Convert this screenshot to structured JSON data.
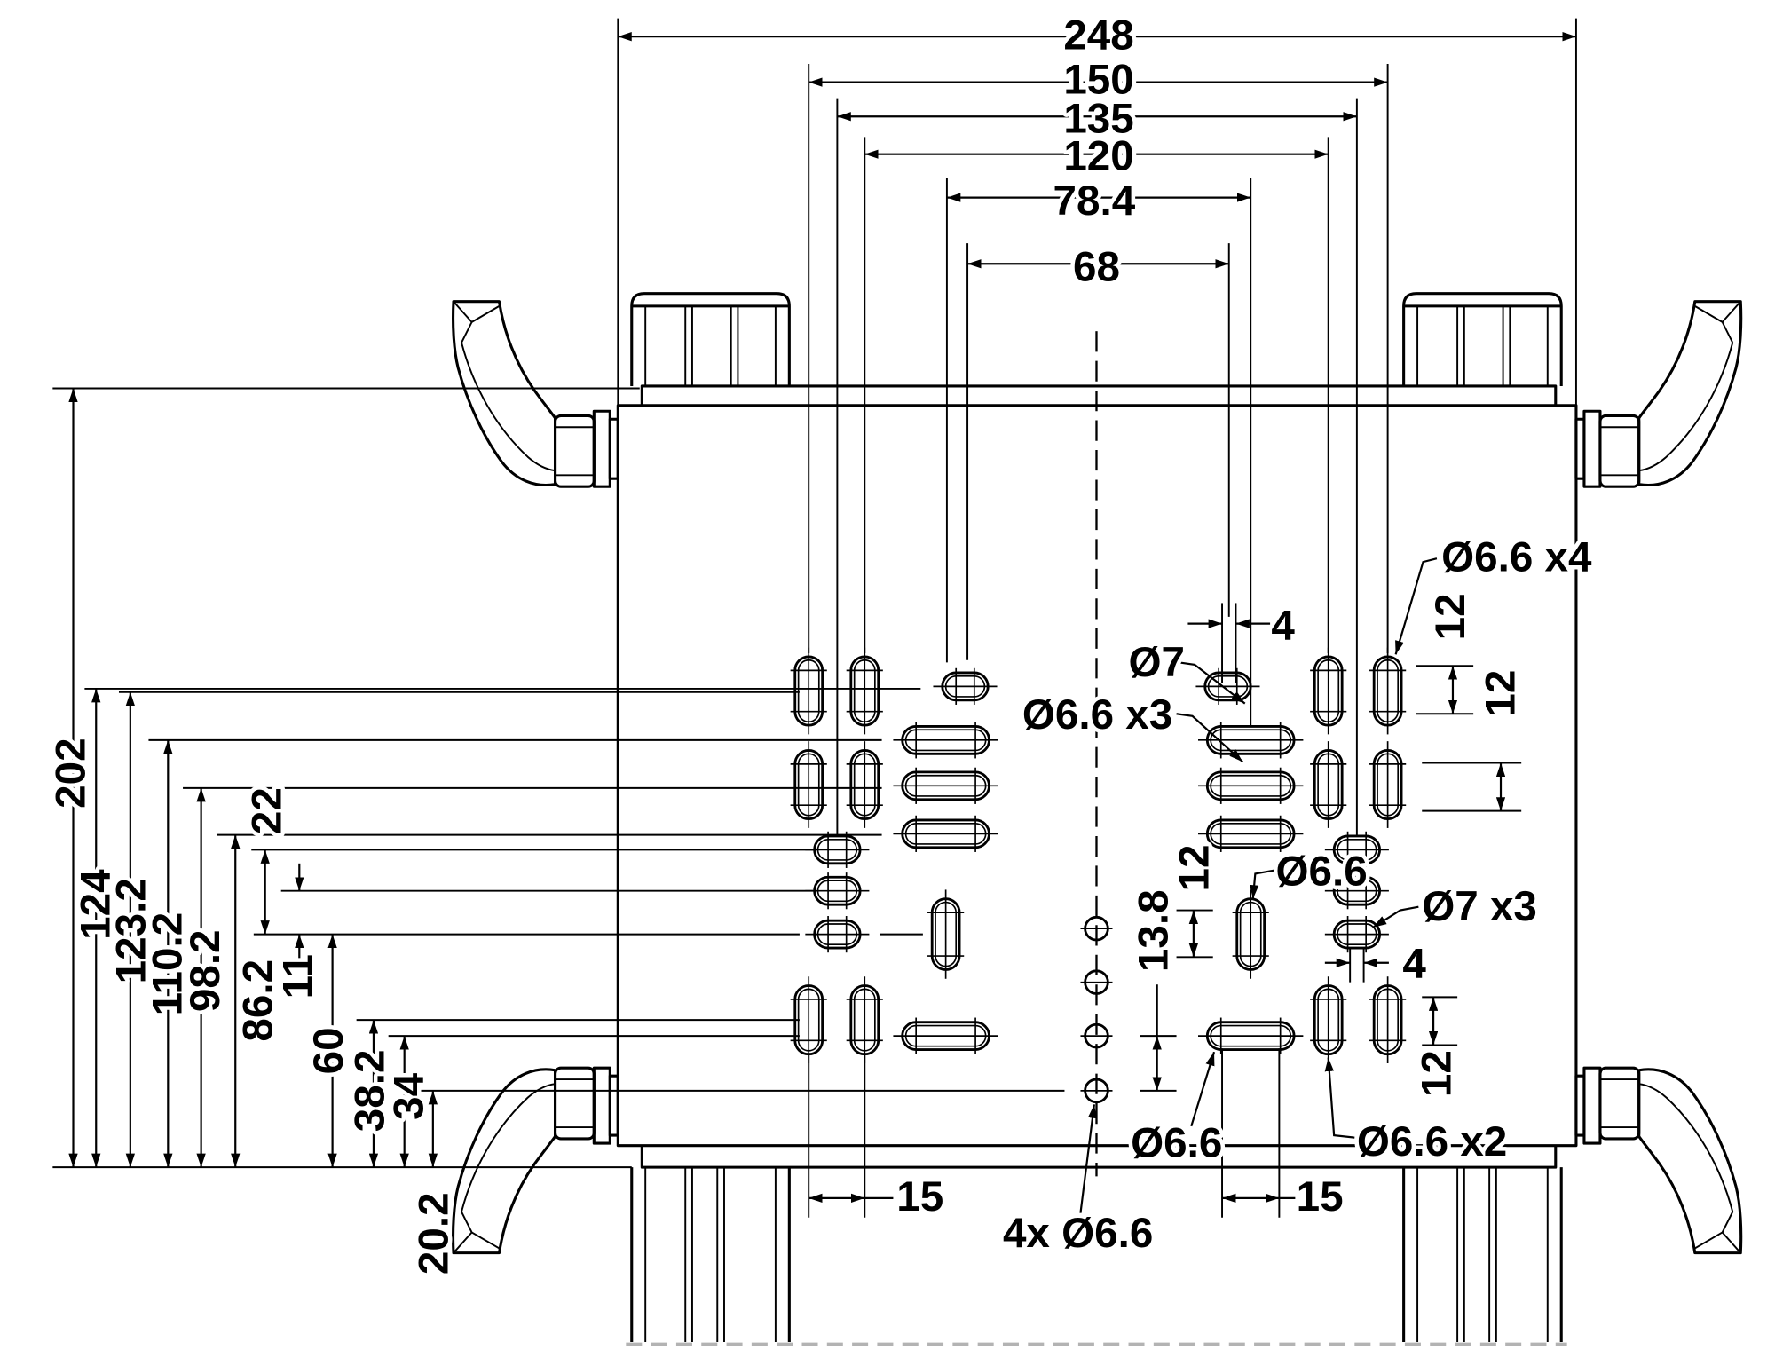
{
  "dims": {
    "top": {
      "d248": "248",
      "d150": "150",
      "d135": "135",
      "d120": "120",
      "d78_4": "78.4",
      "d68": "68"
    },
    "left": {
      "d202": "202",
      "d124": "124",
      "d123_2": "123.2",
      "d110_2": "110.2",
      "d98_2": "98.2",
      "d86_2": "86.2",
      "d22": "22",
      "d11": "11",
      "d60": "60",
      "d38_2": "38.2",
      "d34": "34",
      "d20_2": "20.2"
    },
    "right": {
      "r4_a": "4",
      "r12_a": "12",
      "r12_b": "12",
      "r12_c": "12",
      "r13_8": "13.8",
      "r4_b": "4",
      "r12_d": "12"
    },
    "bottom": {
      "d15_left": "15",
      "d15_right": "15"
    }
  },
  "callouts": {
    "c66x4": "Ø6.6 x4",
    "c7": "Ø7",
    "c66x3": "Ø6.6 x3",
    "c66_upper": "Ø6.6",
    "c7x3": "Ø7 x3",
    "c66_lower": "Ø6.6",
    "c66x2": "Ø6.6 x2",
    "c4x66": "4x Ø6.6"
  },
  "colors": {
    "line": "#000000",
    "background": "#ffffff",
    "dashed_edge": "#b3b3b3"
  }
}
